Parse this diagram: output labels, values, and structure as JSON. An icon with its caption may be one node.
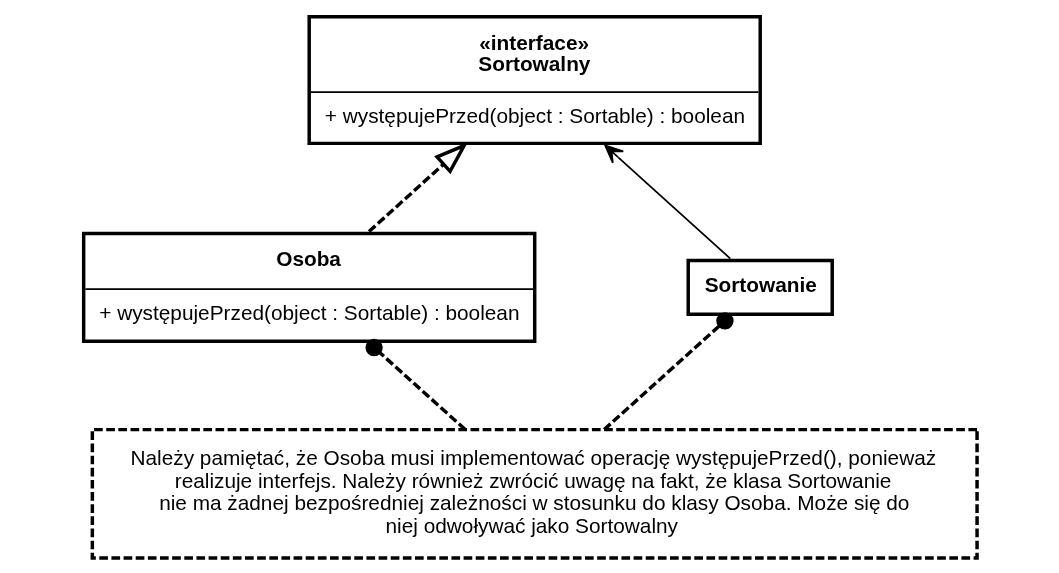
{
  "diagram": {
    "nodes": [
      {
        "text": [
          "«interface»",
          "Sortowalny",
          "+ występujePrzed(object : Sortable) : boolean"
        ]
      },
      {
        "text": [
          "Osoba",
          "+ występujePrzed(object : Sortable) : boolean"
        ]
      },
      {
        "text": [
          "Sortowanie"
        ]
      },
      {
        "text": [
          "Należy pamiętać, że Osoba musi implementować operację występujePrzed(), ponieważ realizuje interfejs. Należy również zwrócić uwagę na fakt, że klasa Sortowanie nie ma żadnej bezpośredniej zależności w stosunku do klasy Osoba. Może się do niej odwoływać jako Sortowalny"
        ]
      }
    ],
    "edges": [
      {
        "from": 1,
        "to": 0,
        "arrow": "to",
        "style": "dashed"
      },
      {
        "from": 2,
        "to": 0,
        "arrow": "to"
      },
      {
        "from": 3,
        "to": 1,
        "arrow": "other",
        "style": "dashed"
      },
      {
        "from": 3,
        "to": 2,
        "arrow": "other",
        "style": "dashed"
      }
    ]
  }
}
